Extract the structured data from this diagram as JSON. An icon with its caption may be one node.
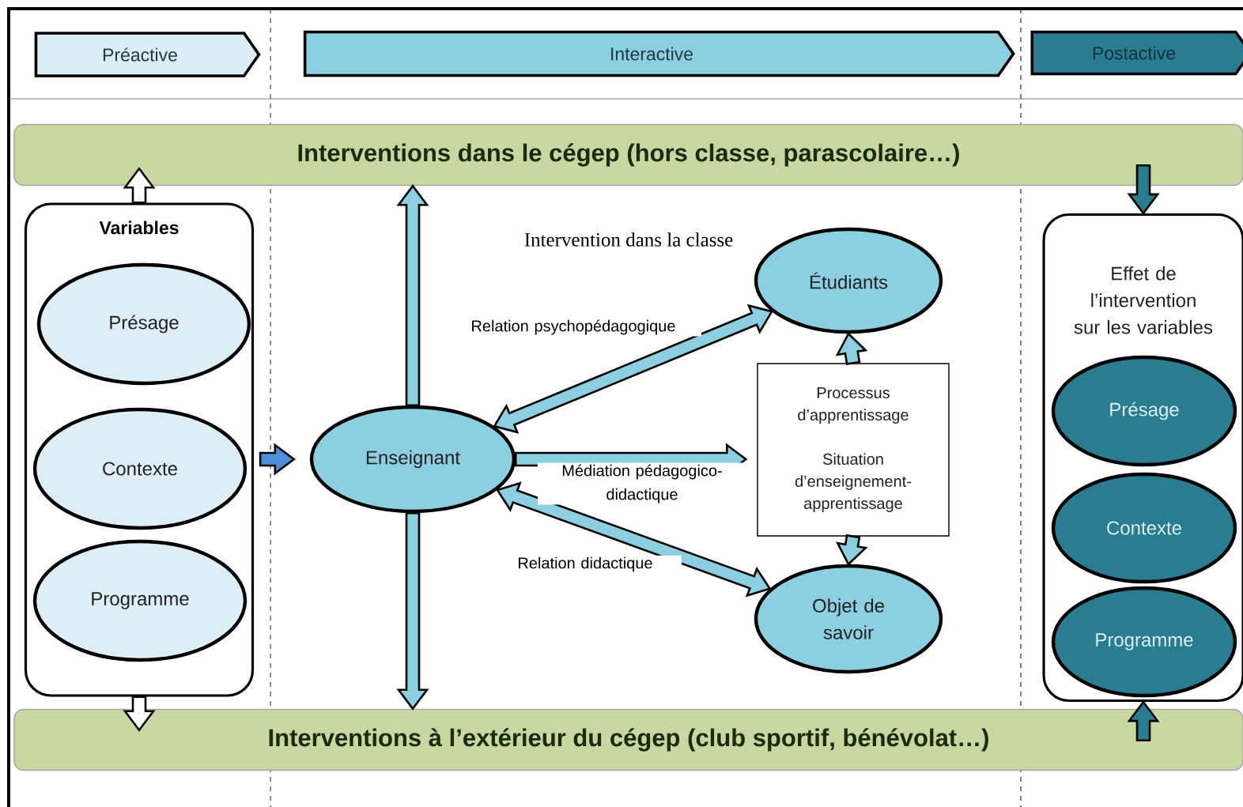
{
  "diagram": {
    "nodes": [
      {
        "text": [
          "Préactive"
        ]
      },
      {
        "text": [
          "Interactive"
        ]
      },
      {
        "text": [
          "Postactive"
        ]
      },
      {
        "text": [
          "Interventions dans le cégep (hors classe, parascolaire…)"
        ]
      },
      {
        "text": [
          "Variables"
        ]
      },
      {
        "text": [
          "Présage"
        ],
        "in": 4
      },
      {
        "text": [
          "Contexte"
        ],
        "in": 4
      },
      {
        "text": [
          "Programme"
        ],
        "in": 4
      },
      {
        "text": [
          "Enseignant"
        ]
      },
      {
        "text": [
          "Étudiants"
        ]
      },
      {
        "text": [
          "Processus d’apprentissage",
          "Situation d’enseignement-apprentissage"
        ]
      },
      {
        "text": [
          "Objet de savoir"
        ]
      },
      {
        "text": [
          "Effet de l’intervention sur les variables"
        ]
      },
      {
        "text": [
          "Présage"
        ],
        "in": 12
      },
      {
        "text": [
          "Contexte"
        ],
        "in": 12
      },
      {
        "text": [
          "Programme"
        ],
        "in": 12
      },
      {
        "text": [
          "Interventions à l’extérieur du cégep (club sportif, bénévolat…)"
        ]
      }
    ],
    "edges": [
      {
        "from": 4,
        "to": 3,
        "arrow": "to",
        "color": "#ffffff"
      },
      {
        "from": 4,
        "to": 16,
        "arrow": "to",
        "color": "#ffffff"
      },
      {
        "from": 3,
        "to": 12,
        "arrow": "to",
        "color": "#2a7d90"
      },
      {
        "from": 16,
        "to": 12,
        "arrow": "to",
        "color": "#2a7d90"
      },
      {
        "from": 4,
        "to": 8,
        "arrow": "to",
        "color": "#4a8fd8"
      },
      {
        "from": 8,
        "to": 3,
        "arrow": "to"
      },
      {
        "from": 8,
        "to": 16,
        "arrow": "to"
      },
      {
        "from": 8,
        "to": 9,
        "arrow": "both",
        "label": "Relation psychopédagogique"
      },
      {
        "from": 8,
        "to": 10,
        "arrow": "to",
        "label": "Médiation pédagogico-didactique"
      },
      {
        "from": 8,
        "to": 11,
        "arrow": "both",
        "label": "Relation didactique"
      },
      {
        "from": 10,
        "to": 9,
        "arrow": "to"
      },
      {
        "from": 10,
        "to": 11,
        "arrow": "to"
      }
    ],
    "labels": [
      "Intervention dans la classe"
    ]
  }
}
